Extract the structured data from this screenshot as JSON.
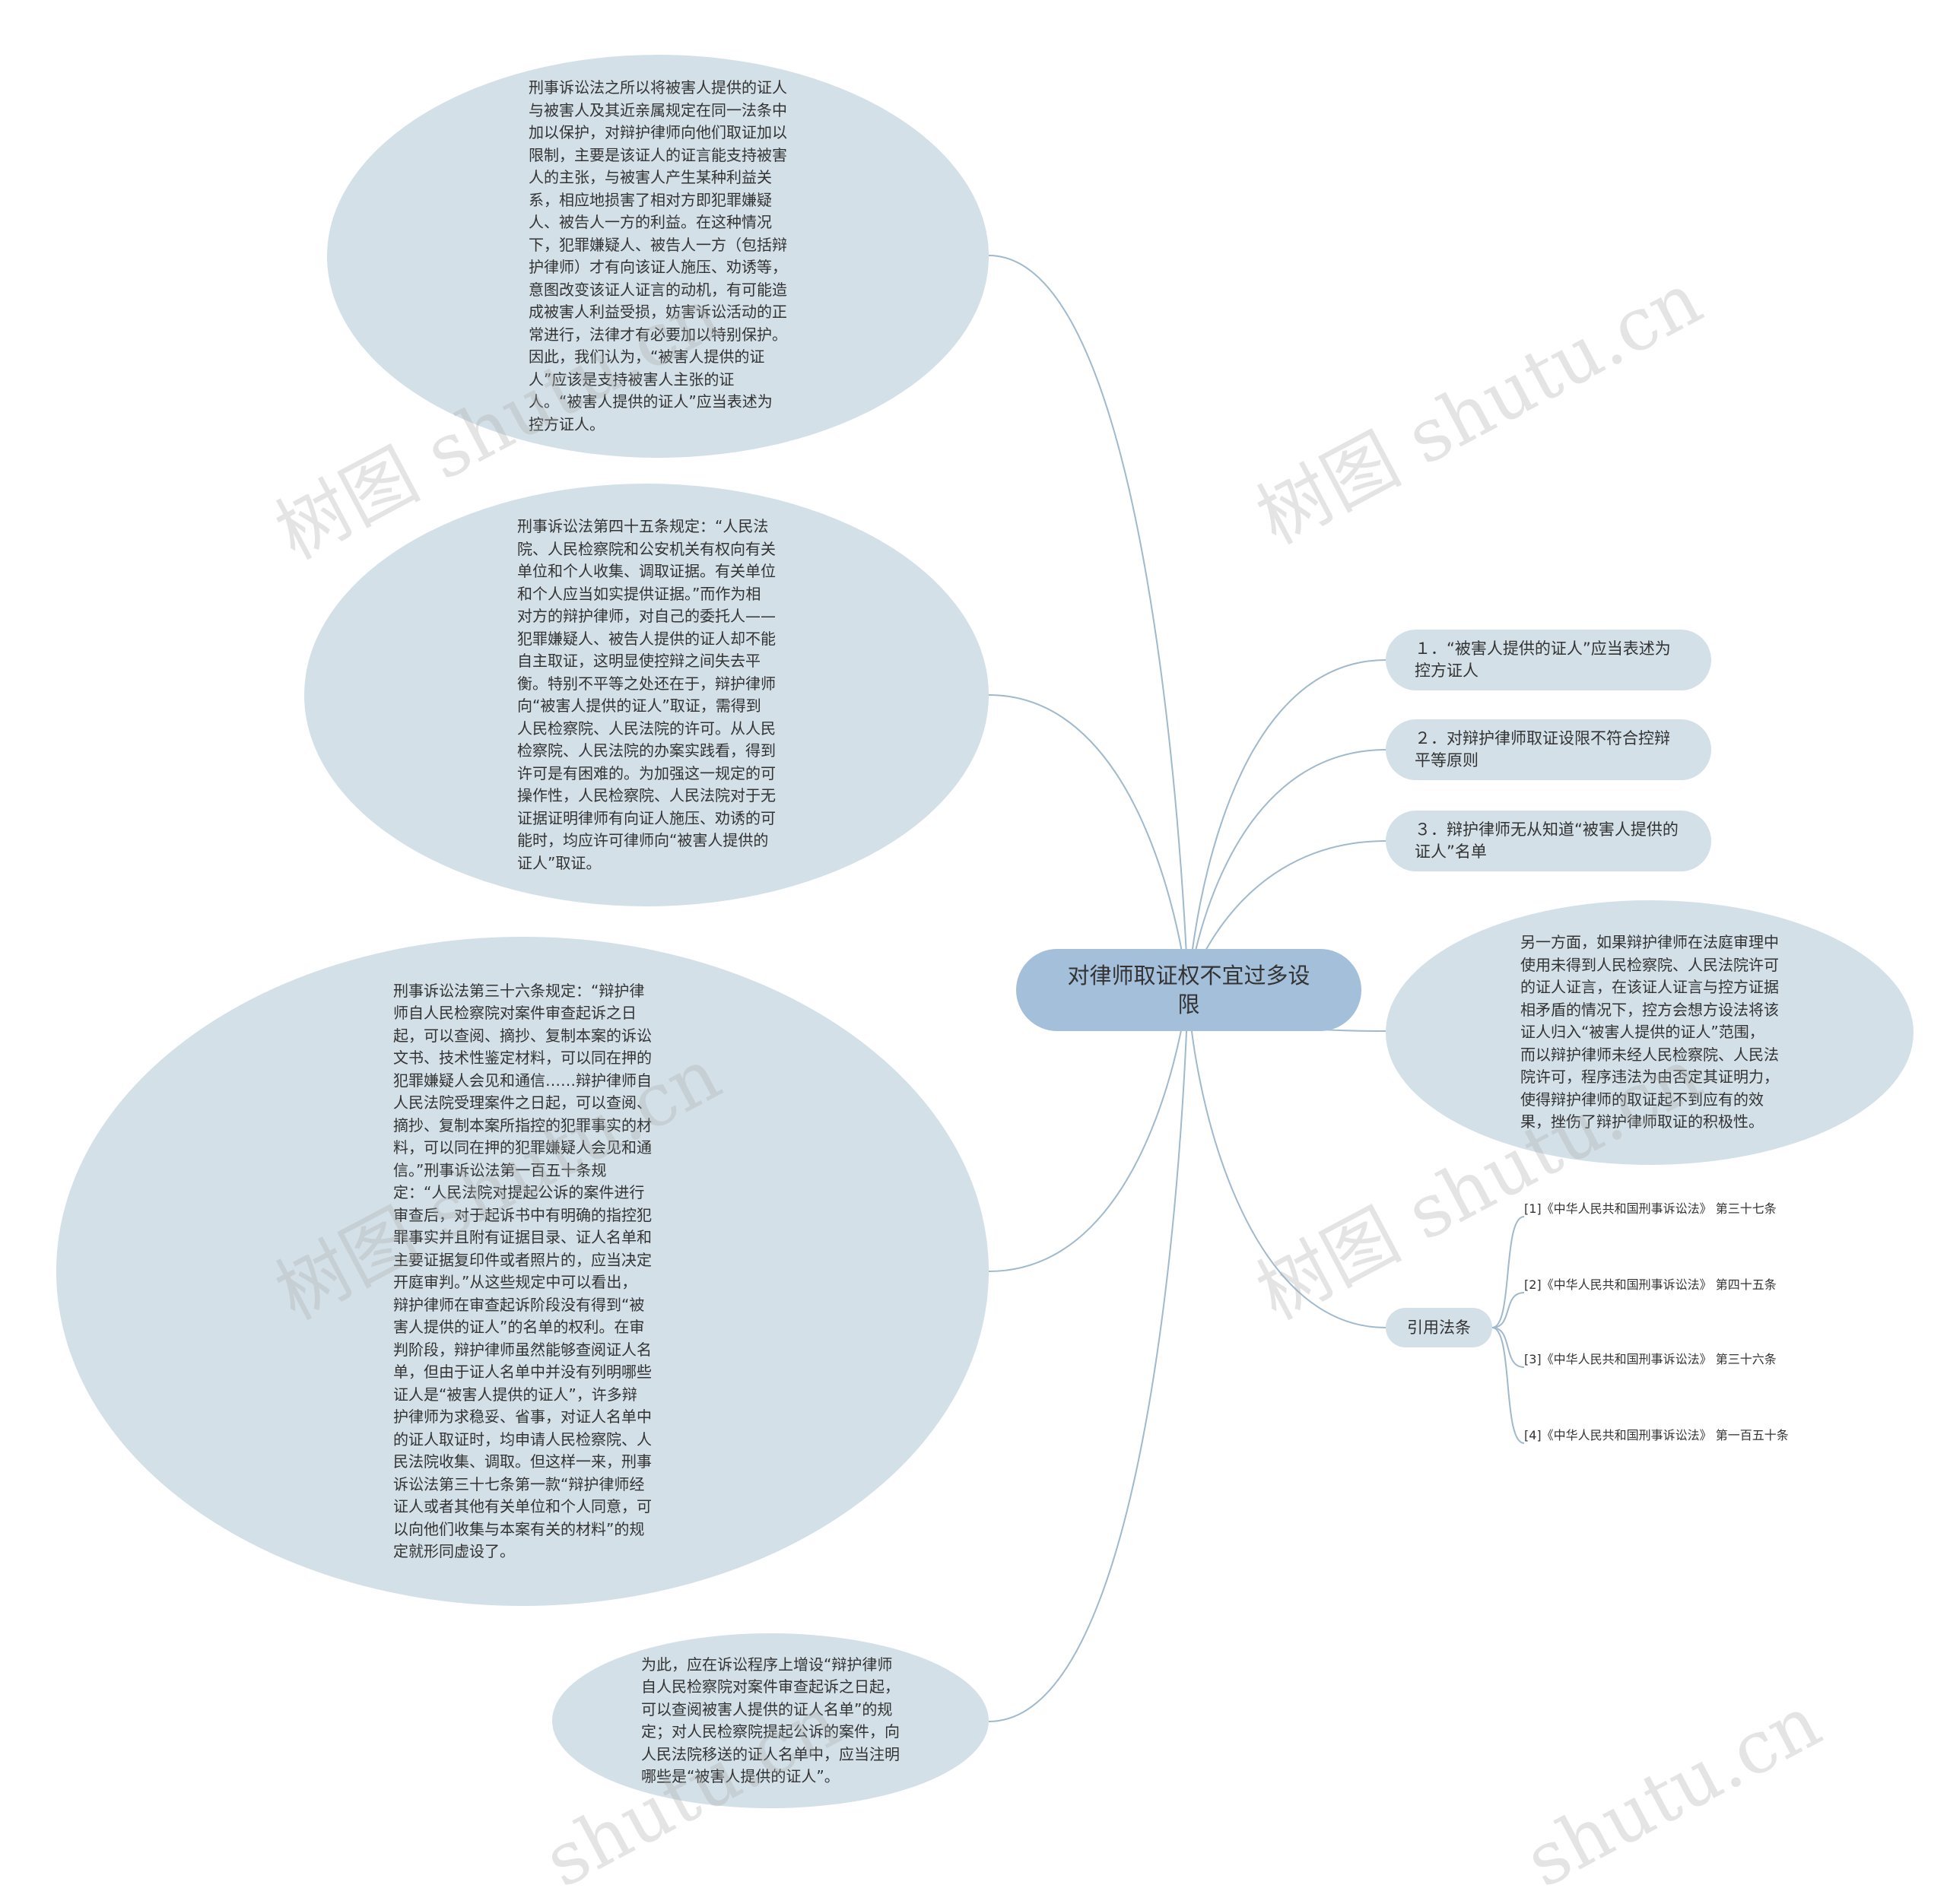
{
  "colors": {
    "center_fill": "#a3bfd9",
    "node_fill": "#d3e0e8",
    "edge": "#9fb9cd",
    "text": "#333333"
  },
  "center": {
    "text": "对律师取证权不宜过多设限"
  },
  "left_nodes": [
    {
      "text": "刑事诉讼法之所以将被害人提供的证人与被害人及其近亲属规定在同一法条中加以保护，对辩护律师向他们取证加以限制，主要是该证人的证言能支持被害人的主张，与被害人产生某种利益关系，相应地损害了相对方即犯罪嫌疑人、被告人一方的利益。在这种情况下，犯罪嫌疑人、被告人一方（包括辩护律师）才有向该证人施压、劝诱等，意图改变该证人证言的动机，有可能造成被害人利益受损，妨害诉讼活动的正常进行，法律才有必要加以特别保护。因此，我们认为，“被害人提供的证人”应该是支持被害人主张的证人。“被害人提供的证人”应当表述为控方证人。"
    },
    {
      "text": "刑事诉讼法第四十五条规定：“人民法院、人民检察院和公安机关有权向有关单位和个人收集、调取证据。有关单位和个人应当如实提供证据。”而作为相对方的辩护律师，对自己的委托人——犯罪嫌疑人、被告人提供的证人却不能自主取证，这明显使控辩之间失去平衡。特别不平等之处还在于，辩护律师向“被害人提供的证人”取证，需得到人民检察院、人民法院的许可。从人民检察院、人民法院的办案实践看，得到许可是有困难的。为加强这一规定的可操作性，人民检察院、人民法院对于无证据证明律师有向证人施压、劝诱的可能时，均应许可律师向“被害人提供的证人”取证。"
    },
    {
      "text": "刑事诉讼法第三十六条规定：“辩护律师自人民检察院对案件审查起诉之日起，可以查阅、摘抄、复制本案的诉讼文书、技术性鉴定材料，可以同在押的犯罪嫌疑人会见和通信……辩护律师自人民法院受理案件之日起，可以查阅、摘抄、复制本案所指控的犯罪事实的材料，可以同在押的犯罪嫌疑人会见和通信。”刑事诉讼法第一百五十条规定：“人民法院对提起公诉的案件进行审查后，对于起诉书中有明确的指控犯罪事实并且附有证据目录、证人名单和主要证据复印件或者照片的，应当决定开庭审判。”从这些规定中可以看出，辩护律师在审查起诉阶段没有得到“被害人提供的证人”的名单的权利。在审判阶段，辩护律师虽然能够查阅证人名单，但由于证人名单中并没有列明哪些证人是“被害人提供的证人”，许多辩护律师为求稳妥、省事，对证人名单中的证人取证时，均申请人民检察院、人民法院收集、调取。但这样一来，刑事诉讼法第三十七条第一款“辩护律师经证人或者其他有关单位和个人同意，可以向他们收集与本案有关的材料”的规定就形同虚设了。"
    },
    {
      "text": "为此，应在诉讼程序上增设“辩护律师自人民检察院对案件审查起诉之日起，可以查阅被害人提供的证人名单”的规定；对人民检察院提起公诉的案件，向人民法院移送的证人名单中，应当注明哪些是“被害人提供的证人”。"
    }
  ],
  "right_pills": [
    {
      "text": "１．“被害人提供的证人”应当表述为控方证人"
    },
    {
      "text": "２．对辩护律师取证设限不符合控辩平等原则"
    },
    {
      "text": "３．辩护律师无从知道“被害人提供的证人”名单"
    }
  ],
  "right_bubble": {
    "text": "另一方面，如果辩护律师在法庭审理中使用未得到人民检察院、人民法院许可的证人证言，在该证人证言与控方证据相矛盾的情况下，控方会想方设法将该证人归入“被害人提供的证人”范围，而以辩护律师未经人民检察院、人民法院许可，程序违法为由否定其证明力，使得辩护律师的取证起不到应有的效果，挫伤了辩护律师取证的积极性。"
  },
  "citations": {
    "label": "引用法条",
    "items": [
      {
        "text": "[1]《中华人民共和国刑事诉讼法》 第三十七条"
      },
      {
        "text": "[2]《中华人民共和国刑事诉讼法》 第四十五条"
      },
      {
        "text": "[3]《中华人民共和国刑事诉讼法》 第三十六条"
      },
      {
        "text": "[4]《中华人民共和国刑事诉讼法》 第一百五十条"
      }
    ]
  },
  "watermarks": [
    "树图 shutu.cn",
    "树图 shutu.cn",
    "树图 shutu.cn",
    "树图 shutu.cn",
    "shutu.cn",
    "shutu.cn"
  ]
}
